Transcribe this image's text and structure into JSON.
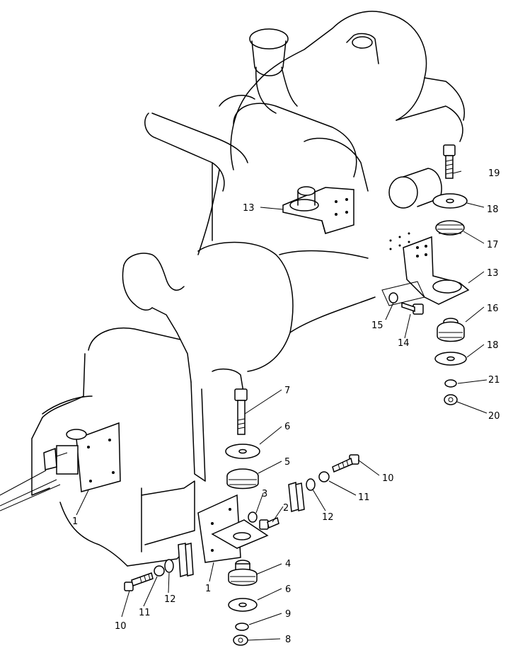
{
  "labels": {
    "l1a": "1",
    "l1b": "1",
    "l2": "2",
    "l3": "3",
    "l4": "4",
    "l5": "5",
    "l6a": "6",
    "l6b": "6",
    "l7": "7",
    "l8": "8",
    "l9": "9",
    "l10a": "10",
    "l10b": "10",
    "l11a": "11",
    "l11b": "11",
    "l12a": "12",
    "l12b": "12",
    "l13a": "13",
    "l13b": "13",
    "l14": "14",
    "l15": "15",
    "l16": "16",
    "l17": "17",
    "l18a": "18",
    "l18b": "18",
    "l19": "19",
    "l20": "20",
    "l21": "21"
  }
}
